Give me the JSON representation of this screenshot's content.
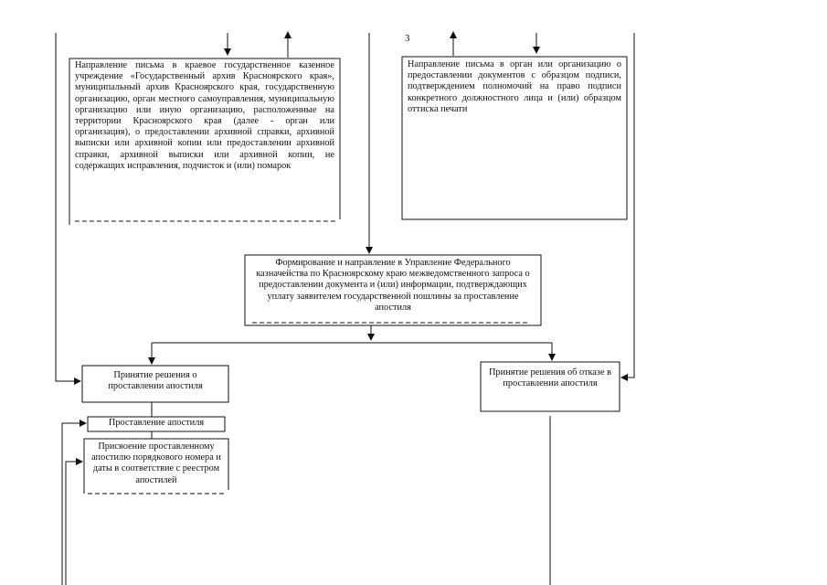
{
  "page": {
    "number": "3"
  },
  "boxes": {
    "letter_archive": "Направление письма в краевое государственное казенное учреждение «Государственный архив Красноярского края», муниципальный архив Красноярского края, государственную организацию, орган местного самоуправления, муниципальную организацию или иную организацию, расположенные на территории Красноярского края (далее - орган или организация), о предоставлении архивной справки, архивной выписки или архивной копии или предоставлении архивной справки, архивной выписки или архивной копии, не содержащих исправления, подчисток и (или) помарок",
    "letter_signature": "Направление письма в орган или организацию о предоставлении документов с образцом подписи, подтверждением полномочий на право подписи конкретного должностного лица и (или) образцом оттиска печати",
    "interagency_request": "Формирование и направление в Управление Федерального казначейства по Красноярскому краю межведомственного запроса о предоставлении документа и (или) информации, подтверждающих уплату заявителем государственной пошлины за проставление апостиля",
    "decision_approve": "Принятие решения о проставлении апостиля",
    "decision_refuse": "Принятие решения об отказе в проставлении апостиля",
    "apostille_affix": "Проставление апостиля",
    "assign_number": "Присвоение проставленному апостилю порядкового номера и даты в соответствие с реестром апостилей"
  }
}
